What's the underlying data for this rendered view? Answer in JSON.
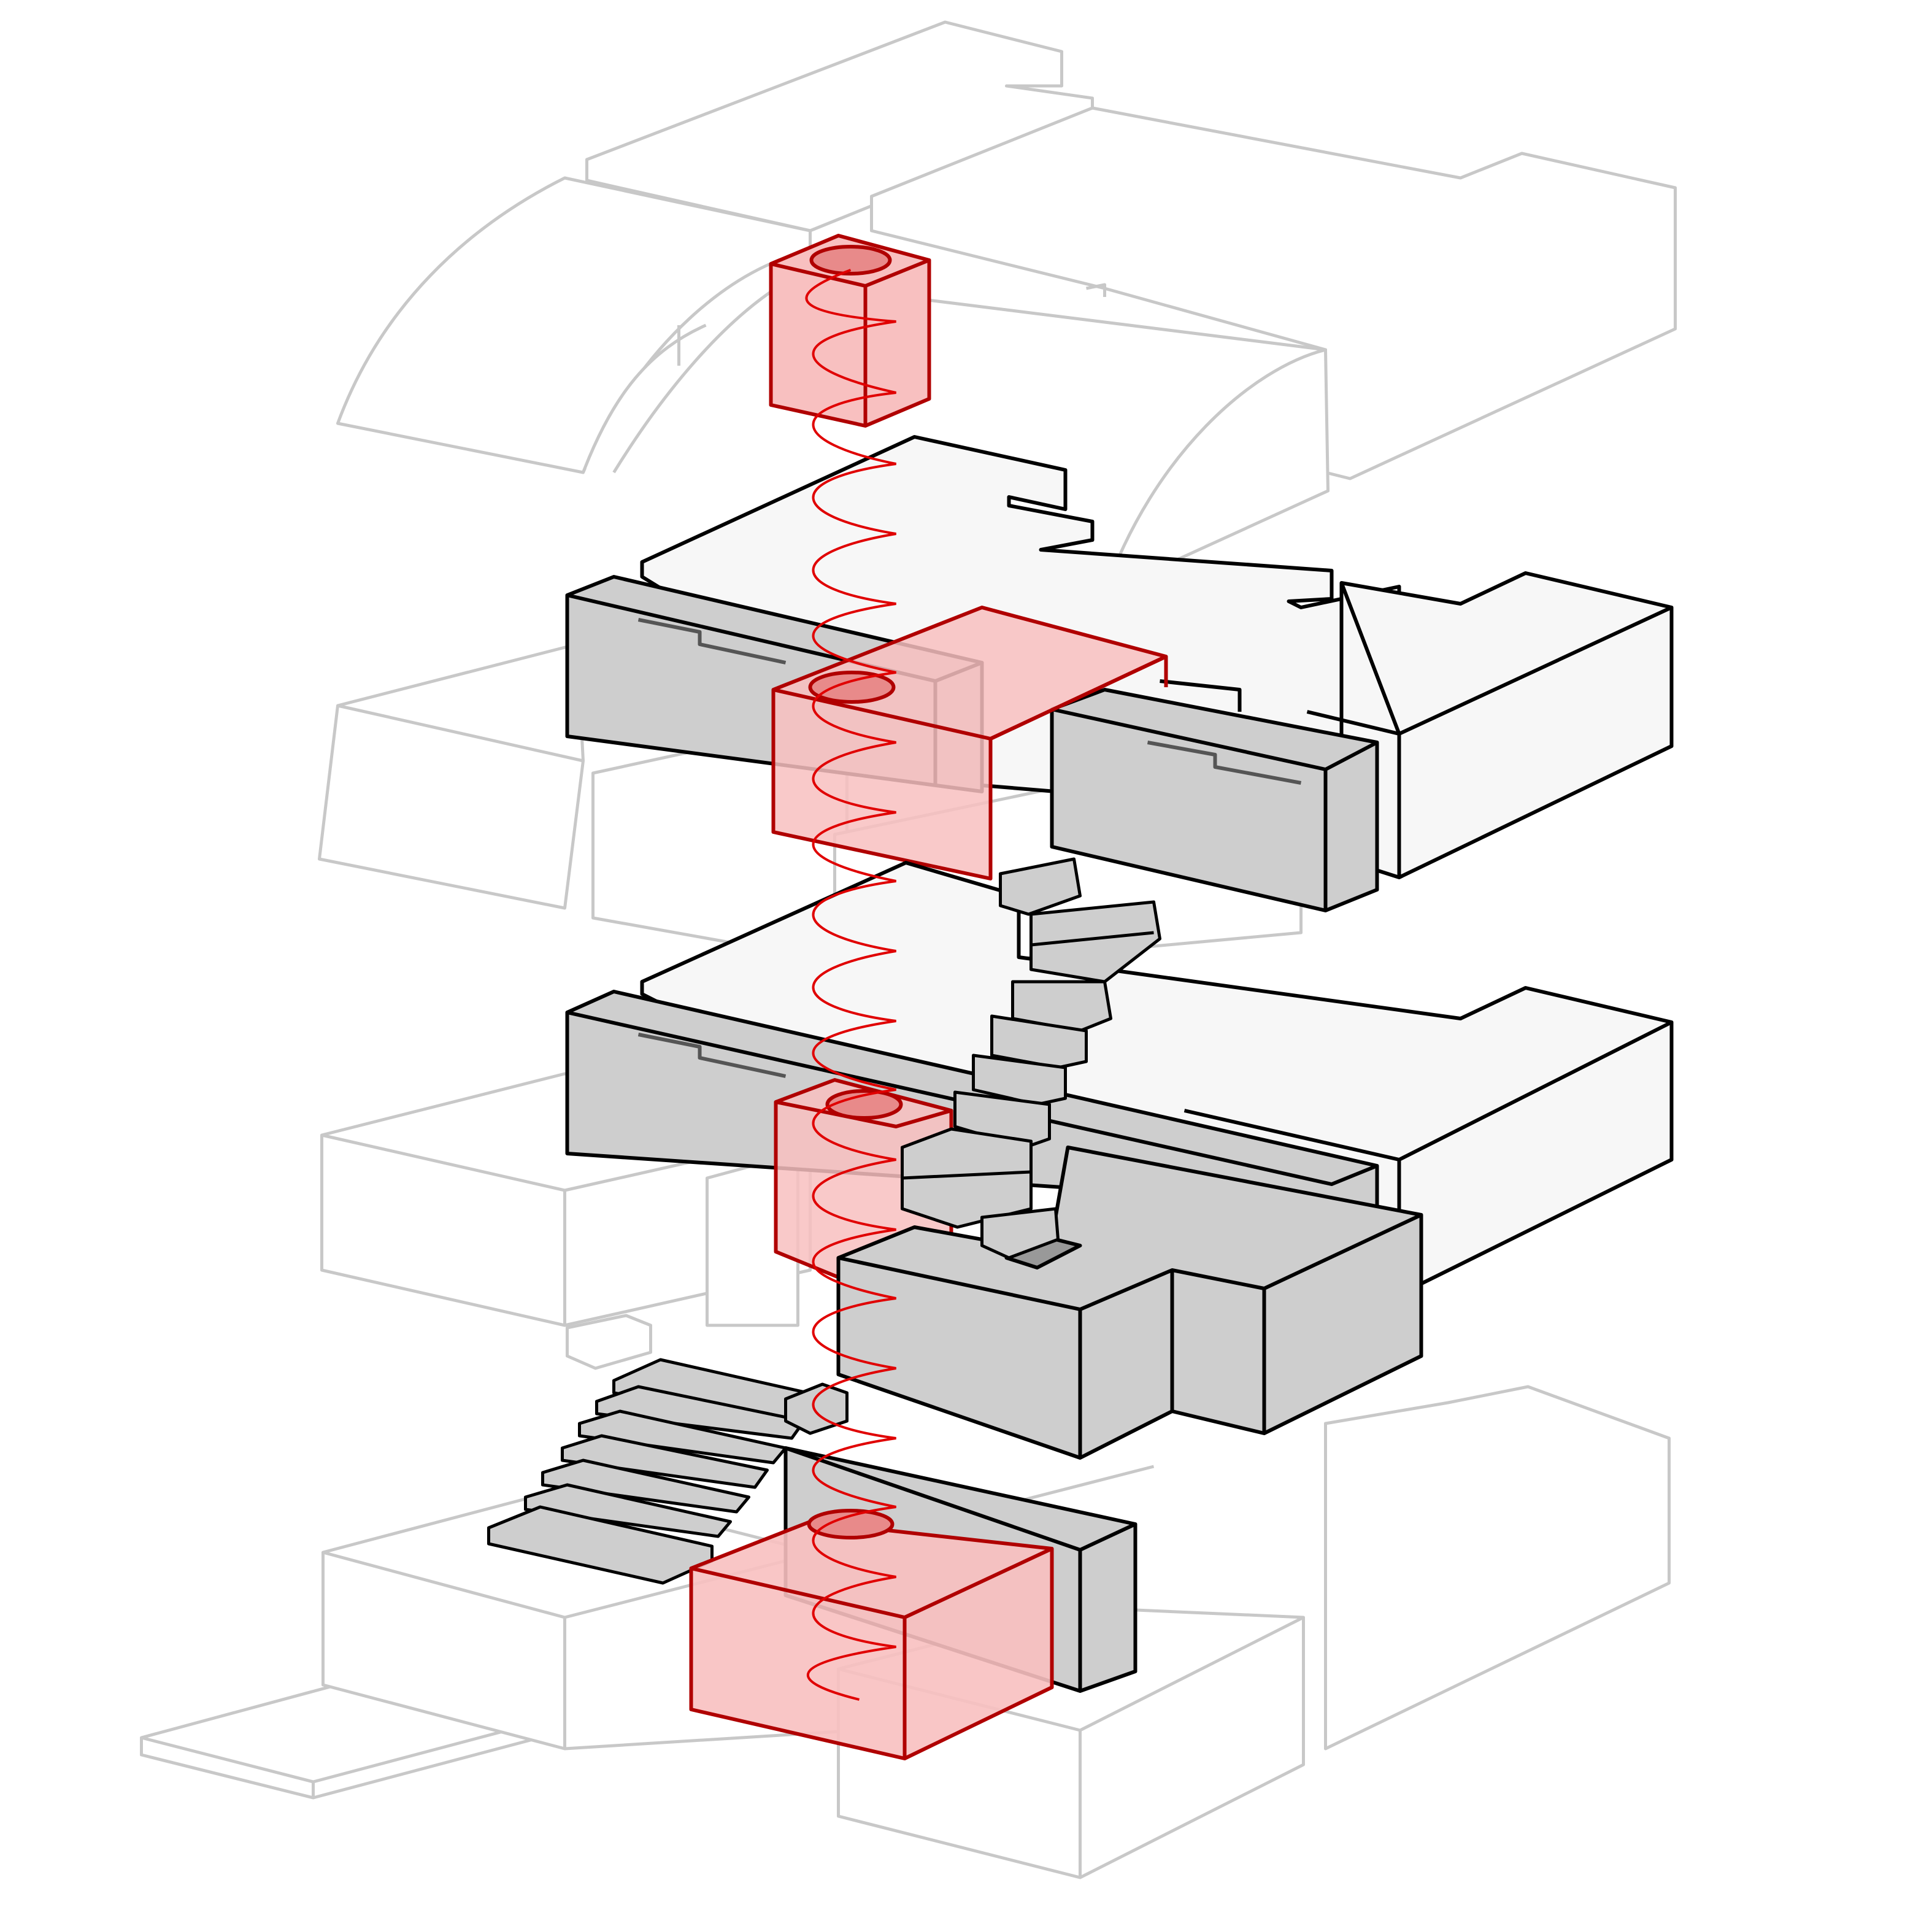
{
  "diagram": {
    "kind": "exploded-axonometric",
    "labels": [],
    "colors": {
      "background": "#ffffff",
      "ghost_stroke": "#c8c8c8",
      "ghost_fill": "#ffffff",
      "solid_stroke": "#000000",
      "solid_fill_grey": "#cecece",
      "solid_fill_light": "#f7f7f7",
      "highlight_stroke": "#c00000",
      "highlight_fill": "#f8b4b4",
      "helix_stroke": "#e00000"
    },
    "components": [
      "roof-level-ghost",
      "upper-floor-plate",
      "middle-floor-plate",
      "lower-volume",
      "ground-level-ghost",
      "red-shaft-volumes",
      "spiral-helix",
      "stair-flights"
    ]
  }
}
